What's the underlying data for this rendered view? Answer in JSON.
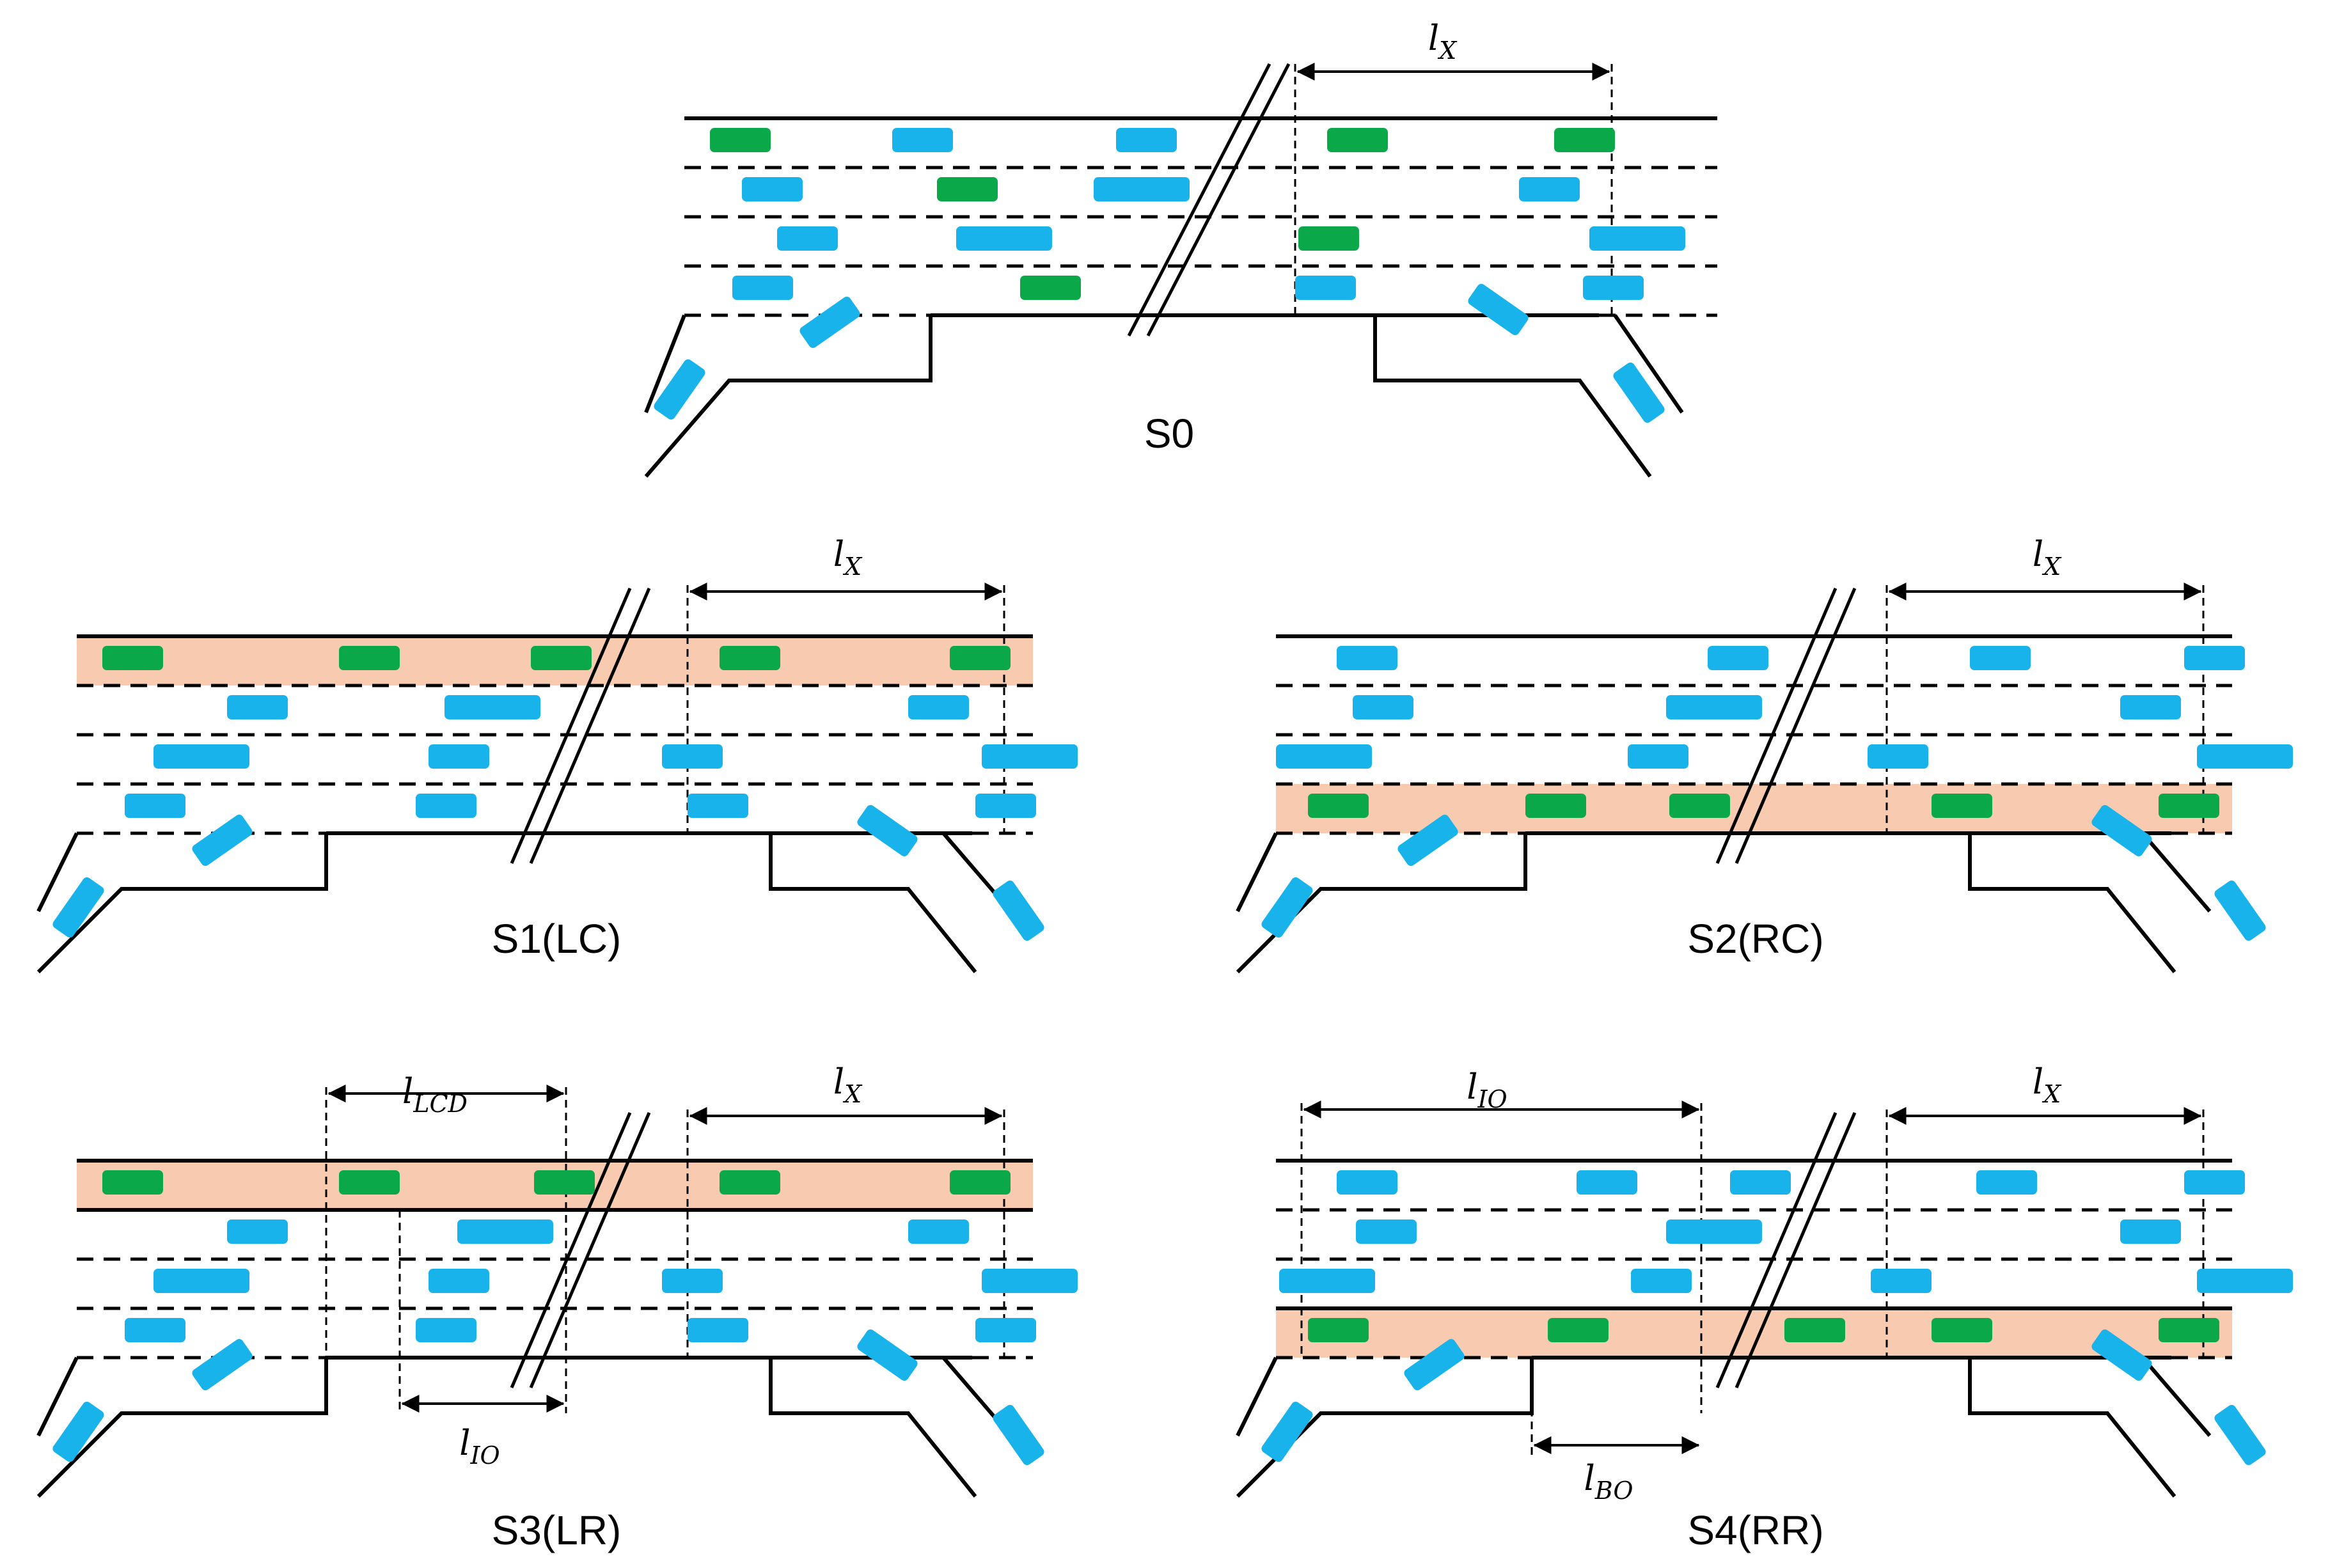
{
  "colors": {
    "green": "#0ba84a",
    "blue": "#19b3ec",
    "highlight": "#f8cbb0",
    "line": "#000000"
  },
  "scenarios": [
    {
      "id": "s0",
      "title": "S0",
      "highlight": "none",
      "dims": [
        {
          "id": "x",
          "main": "l",
          "sub": "X"
        }
      ]
    },
    {
      "id": "s1",
      "title": "S1(LC)",
      "highlight": "top",
      "dims": [
        {
          "id": "x",
          "main": "l",
          "sub": "X"
        }
      ]
    },
    {
      "id": "s2",
      "title": "S2(RC)",
      "highlight": "bottom",
      "dims": [
        {
          "id": "x",
          "main": "l",
          "sub": "X"
        }
      ]
    },
    {
      "id": "s3",
      "title": "S3(LR)",
      "highlight": "top",
      "dims": [
        {
          "id": "lcd",
          "main": "l",
          "sub": "LCD"
        },
        {
          "id": "x",
          "main": "l",
          "sub": "X"
        },
        {
          "id": "io",
          "main": "l",
          "sub": "IO"
        }
      ]
    },
    {
      "id": "s4",
      "title": "S4(RR)",
      "highlight": "bottom",
      "dims": [
        {
          "id": "io",
          "main": "l",
          "sub": "IO"
        },
        {
          "id": "x",
          "main": "l",
          "sub": "X"
        },
        {
          "id": "bo",
          "main": "l",
          "sub": "BO"
        }
      ]
    }
  ]
}
